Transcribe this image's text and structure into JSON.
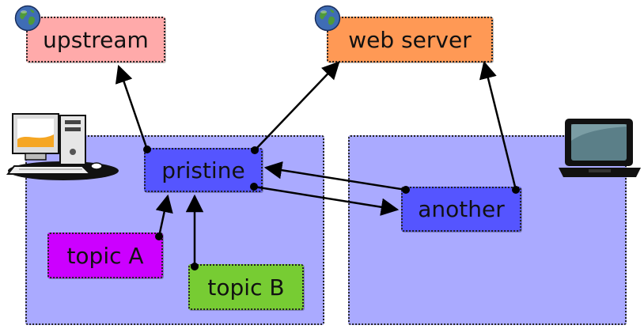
{
  "nodes": {
    "upstream": {
      "label": "upstream",
      "color": "#ffaaaa"
    },
    "web_server": {
      "label": "web server",
      "color": "#ff9955"
    },
    "pristine": {
      "label": "pristine",
      "color": "#5555ff"
    },
    "another": {
      "label": "another",
      "color": "#5555ff"
    },
    "topic_a": {
      "label": "topic A",
      "color": "#cc00ff"
    },
    "topic_b": {
      "label": "topic B",
      "color": "#77cc33"
    }
  },
  "regions": {
    "left": {
      "color": "#aaaaff"
    },
    "right": {
      "color": "#aaaaff"
    }
  },
  "icons": {
    "upstream_globe": "globe-icon",
    "web_server_globe": "globe-icon",
    "desktop": "desktop-computer-icon",
    "laptop": "laptop-icon"
  }
}
